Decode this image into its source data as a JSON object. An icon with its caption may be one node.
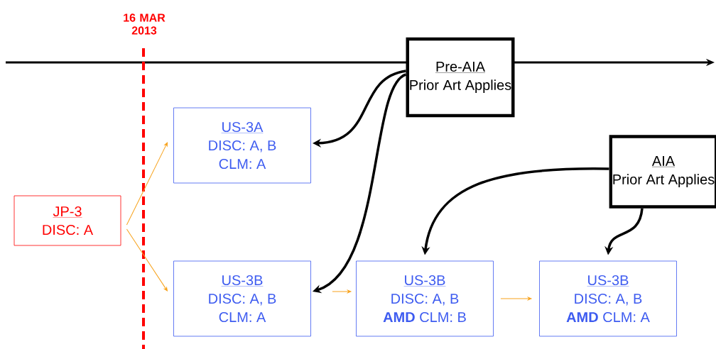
{
  "diagram": {
    "nodes": [
      {
        "text": [
          "Pre-AIA",
          "Prior Art Applies"
        ]
      },
      {
        "text": [
          "AIA",
          "Prior Art Applies"
        ]
      },
      {
        "text": [
          "US-3A",
          "DISC: A, B",
          "CLM: A"
        ]
      },
      {
        "text": [
          "JP-3",
          "DISC: A"
        ]
      },
      {
        "text": [
          "US-3B",
          "DISC: A, B",
          "CLM: A"
        ]
      },
      {
        "text": [
          "US-3B",
          "DISC: A, B",
          "**AMD** CLM: B"
        ]
      },
      {
        "text": [
          "US-3B",
          "DISC: A, B",
          "**AMD** CLM: A"
        ]
      }
    ],
    "edges": [
      {
        "from": 3,
        "to": 2,
        "arrow": "to",
        "color": "#f7a21b"
      },
      {
        "from": 3,
        "to": 4,
        "arrow": "to",
        "color": "#f7a21b"
      },
      {
        "from": 4,
        "to": 5,
        "arrow": "to",
        "color": "#f7a21b"
      },
      {
        "from": 5,
        "to": 6,
        "arrow": "to",
        "color": "#f7a21b"
      },
      {
        "from": 0,
        "to": 2,
        "arrow": "to",
        "style": "thick",
        "color": "#000000"
      },
      {
        "from": 0,
        "to": 4,
        "arrow": "to",
        "style": "thick",
        "color": "#000000"
      },
      {
        "from": 1,
        "to": 5,
        "arrow": "to",
        "style": "thick",
        "color": "#000000"
      },
      {
        "from": 1,
        "to": 6,
        "arrow": "to",
        "style": "thick",
        "color": "#000000"
      }
    ],
    "labels": [
      "16 MAR 2013"
    ]
  }
}
